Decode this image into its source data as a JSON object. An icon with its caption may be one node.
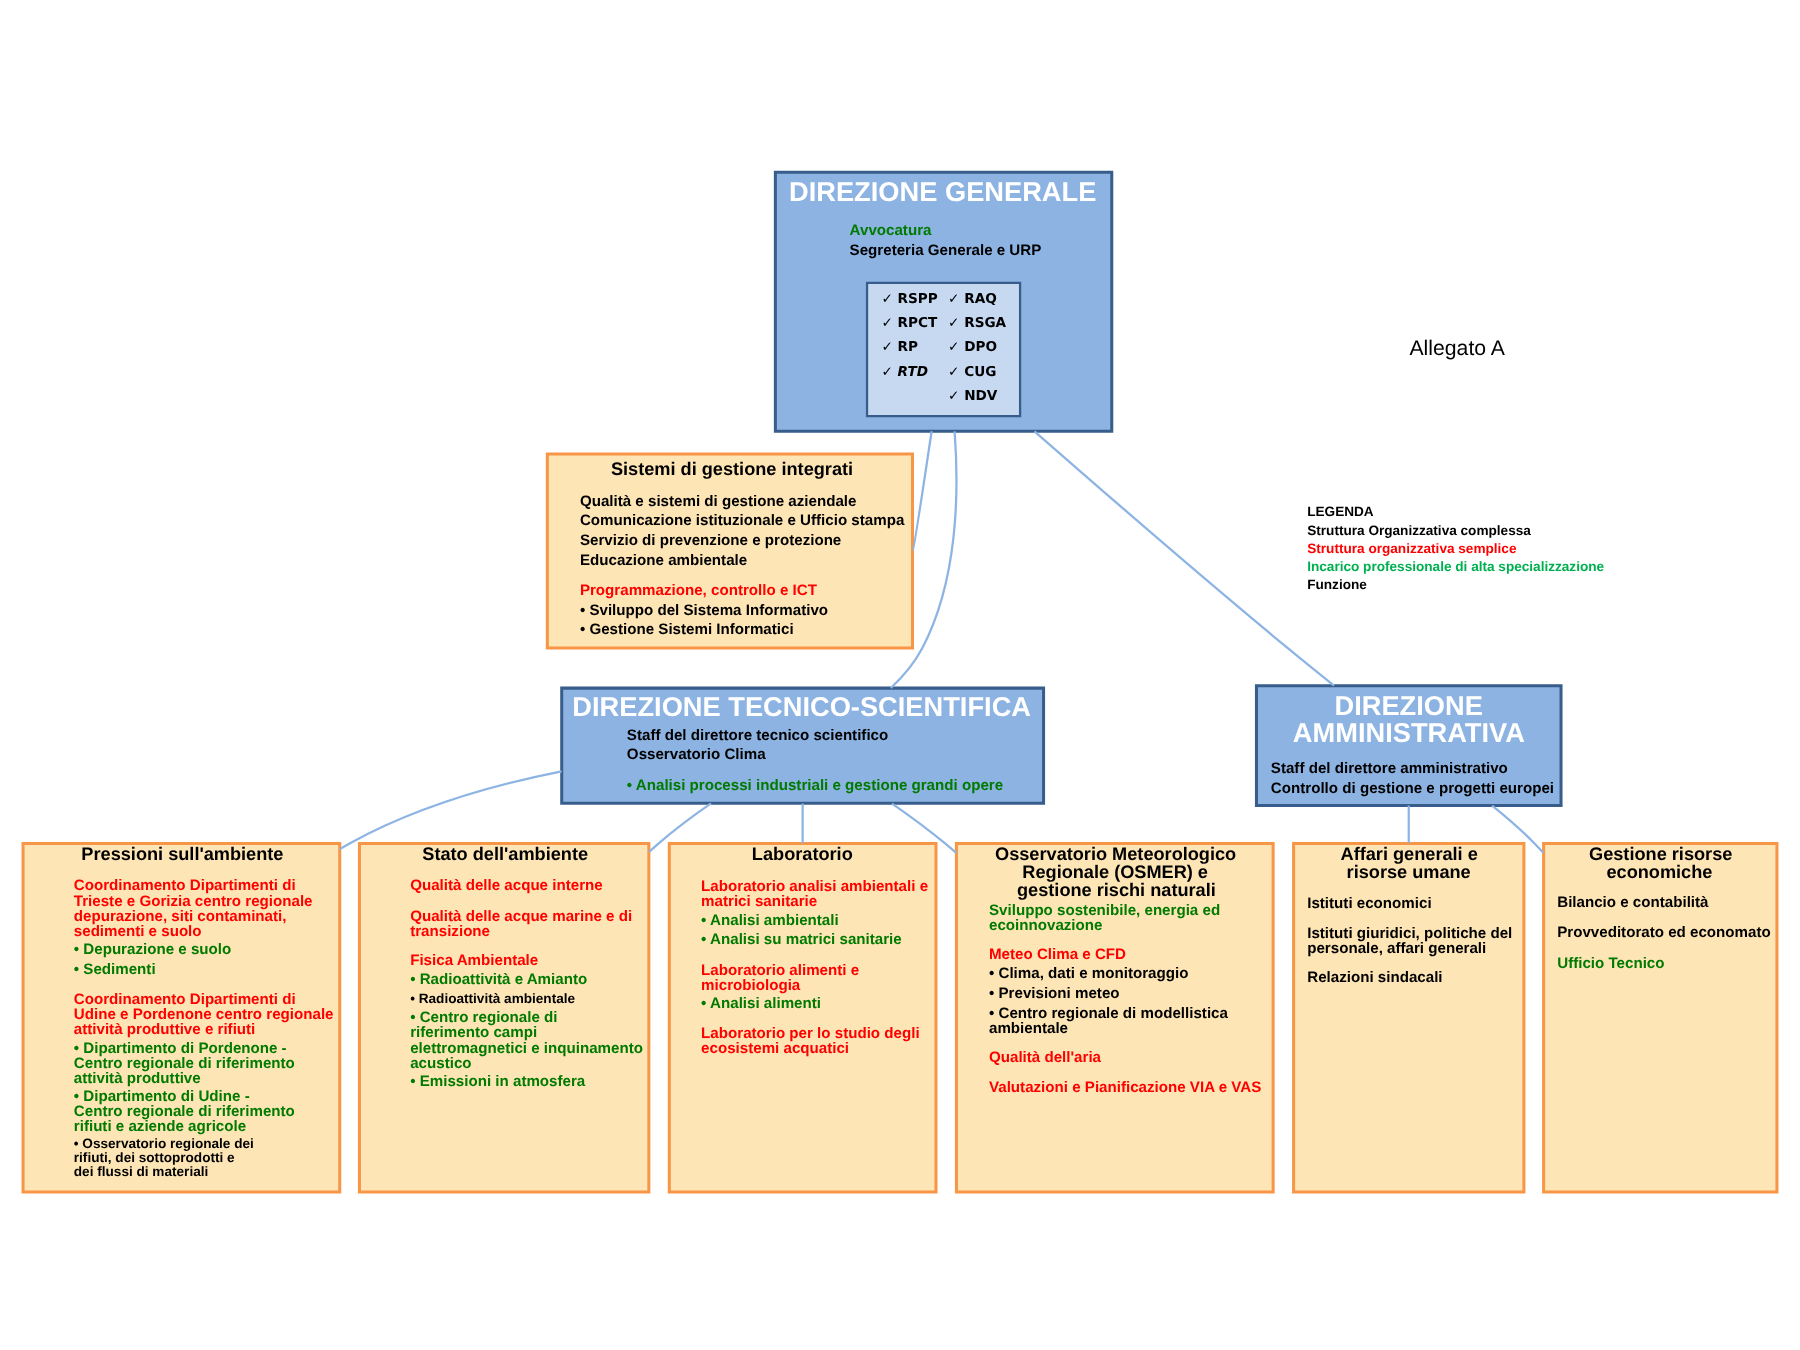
{
  "diagram": {
    "nodes": [
      {
        "text": [
          "DIREZIONE GENERALE",
          "Avvocatura",
          "Segreteria Generale e URP"
        ]
      },
      {
        "text": [
          "✓ RSPP",
          "✓ RAQ",
          "✓ RPCT",
          "✓ RSGA",
          "✓ RP",
          "✓ DPO",
          "✓ RTD",
          "✓ CUG",
          "✓ NDV"
        ],
        "in": 0
      },
      {
        "text": [
          "Sistemi di gestione integrati",
          "Qualità e sistemi di gestione aziendale",
          "Comunicazione istituzionale e Ufficio stampa",
          "Servizio di prevenzione e protezione",
          "Educazione ambientale",
          "Programmazione, controllo e ICT",
          "• Sviluppo del Sistema Informativo",
          "• Gestione Sistemi Informatici"
        ]
      },
      {
        "text": [
          "DIREZIONE TECNICO-SCIENTIFICA",
          "Staff del direttore tecnico scientifico",
          "Osservatorio Clima",
          "• Analisi processi industriali e gestione grandi opere"
        ]
      },
      {
        "text": [
          "DIREZIONE AMMINISTRATIVA",
          "Staff del direttore amministrativo",
          "Controllo di gestione e progetti europei"
        ]
      },
      {
        "text": [
          "Pressioni sull'ambiente",
          "Coordinamento Dipartimenti di Trieste e Gorizia centro regionale depurazione, siti contaminati, sedimenti e suolo",
          "• Depurazione e suolo",
          "• Sedimenti",
          "Coordinamento Dipartimenti di Udine e Pordenone centro regionale attività produttive e rifiuti",
          "• Dipartimento di Pordenone - Centro regionale di riferimento attività produttive",
          "• Dipartimento di Udine - Centro regionale di riferimento rifiuti e aziende agricole",
          "• Osservatorio regionale dei rifiuti, dei sottoprodotti e dei flussi di materiali"
        ]
      },
      {
        "text": [
          "Stato dell'ambiente",
          "Qualità delle acque interne",
          "Qualità delle acque marine e di transizione",
          "Fisica Ambientale",
          "• Radioattività e Amianto",
          "• Radioattività ambientale",
          "• Centro regionale di riferimento campi elettromagnetici e inquinamento acustico",
          "• Emissioni in atmosfera"
        ]
      },
      {
        "text": [
          "Laboratorio",
          "Laboratorio analisi ambientali e matrici sanitarie",
          "• Analisi ambientali",
          "• Analisi su matrici sanitarie",
          "Laboratorio alimenti e microbiologia",
          "• Analisi alimenti",
          "Laboratorio per lo studio degli ecosistemi acquatici"
        ]
      },
      {
        "text": [
          "Osservatorio Meteorologico Regionale (OSMER) e gestione rischi naturali",
          "Sviluppo sostenibile, energia ed ecoinnovazione",
          "Meteo Clima e CFD",
          "• Clima, dati e monitoraggio",
          "• Previsioni meteo",
          "• Centro regionale di modellistica ambientale",
          "Qualità dell'aria",
          "Valutazioni e Pianificazione VIA e VAS"
        ]
      },
      {
        "text": [
          "Affari generali e risorse umane",
          "Istituti economici",
          "Istituti giuridici, politiche del personale, affari generali",
          "Relazioni sindacali"
        ]
      },
      {
        "text": [
          "Gestione risorse economiche",
          "Bilancio e contabilità",
          "Provveditorato ed economato",
          "Ufficio Tecnico"
        ]
      }
    ],
    "edges": [
      {
        "from": 0,
        "to": 2,
        "arrow": "none"
      },
      {
        "from": 0,
        "to": 3,
        "arrow": "none"
      },
      {
        "from": 0,
        "to": 4,
        "arrow": "none"
      },
      {
        "from": 3,
        "to": 5,
        "arrow": "none"
      },
      {
        "from": 3,
        "to": 6,
        "arrow": "none"
      },
      {
        "from": 3,
        "to": 7,
        "arrow": "none"
      },
      {
        "from": 3,
        "to": 8,
        "arrow": "none"
      },
      {
        "from": 4,
        "to": 9,
        "arrow": "none"
      },
      {
        "from": 4,
        "to": 10,
        "arrow": "none"
      }
    ],
    "labels": [
      "Allegato A",
      "LEGENDA"
    ],
    "legend": [
      {
        "text": "Struttura Organizzativa complessa",
        "color": "#000000"
      },
      {
        "text": "Struttura organizzativa semplice",
        "color": "#ff0000"
      },
      {
        "text": "Incarico professionale di alta specializzazione",
        "color": "#00b050"
      },
      {
        "text": "Funzione",
        "color": "#000000"
      }
    ]
  }
}
